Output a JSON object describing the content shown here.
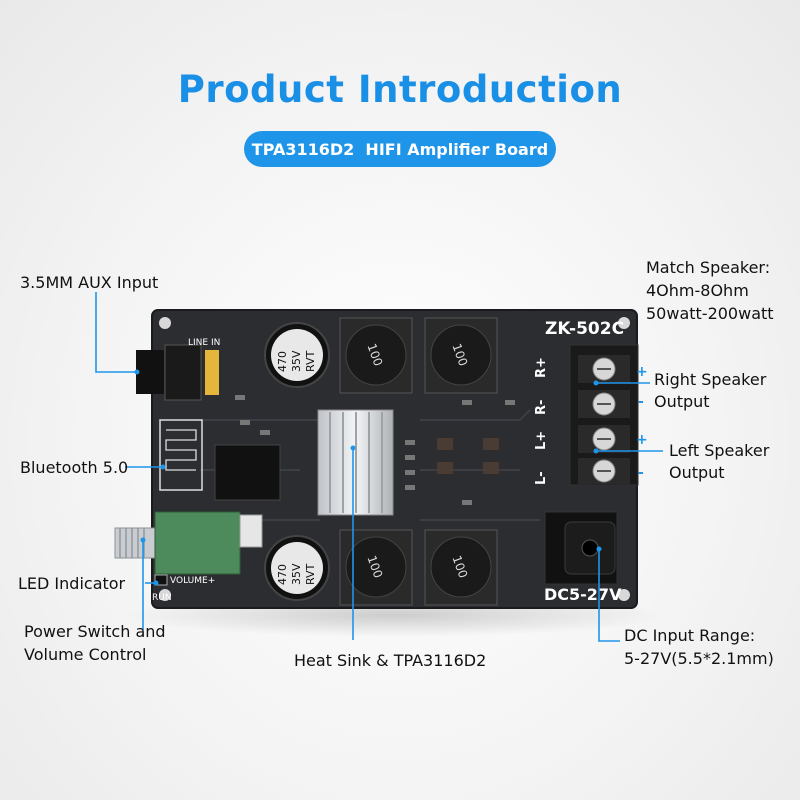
{
  "header": {
    "title": "Product Introduction",
    "subtitle": "TPA3116D2  HIFI Amplifier Board"
  },
  "callouts": {
    "aux_input": "3.5MM AUX Input",
    "bluetooth": "Bluetooth 5.0",
    "led_indicator": "LED Indicator",
    "power_switch_line1": "Power Switch and",
    "power_switch_line2": "Volume Control",
    "heat_sink": "Heat Sink & TPA3116D2",
    "match_speaker_line1": "Match Speaker:",
    "match_speaker_line2": "4Ohm-8Ohm",
    "match_speaker_line3": "50watt-200watt",
    "right_speaker_line1": "Right Speaker",
    "right_speaker_line2": "Output",
    "left_speaker_line1": "Left Speaker",
    "left_speaker_line2": "Output",
    "dc_input_line1": "DC Input Range:",
    "dc_input_line2": "5-27V(5.5*2.1mm)",
    "plus": "+",
    "minus": "-"
  },
  "board": {
    "model": "ZK-502C",
    "voltage": "DC5-27V",
    "line_in": "LINE IN",
    "volume": "VOLUME+",
    "run": "RUN",
    "cap_text_1": "470",
    "cap_text_2": "35V",
    "cap_text_3": "RVT",
    "inductor": "100",
    "terminal_r_plus": "R+",
    "terminal_r_minus": "R-",
    "terminal_l_plus": "L+",
    "terminal_l_minus": "L-"
  },
  "colors": {
    "accent": "#1f95ea",
    "pcb": "#2b2d31",
    "leader": "#1f95ea"
  }
}
